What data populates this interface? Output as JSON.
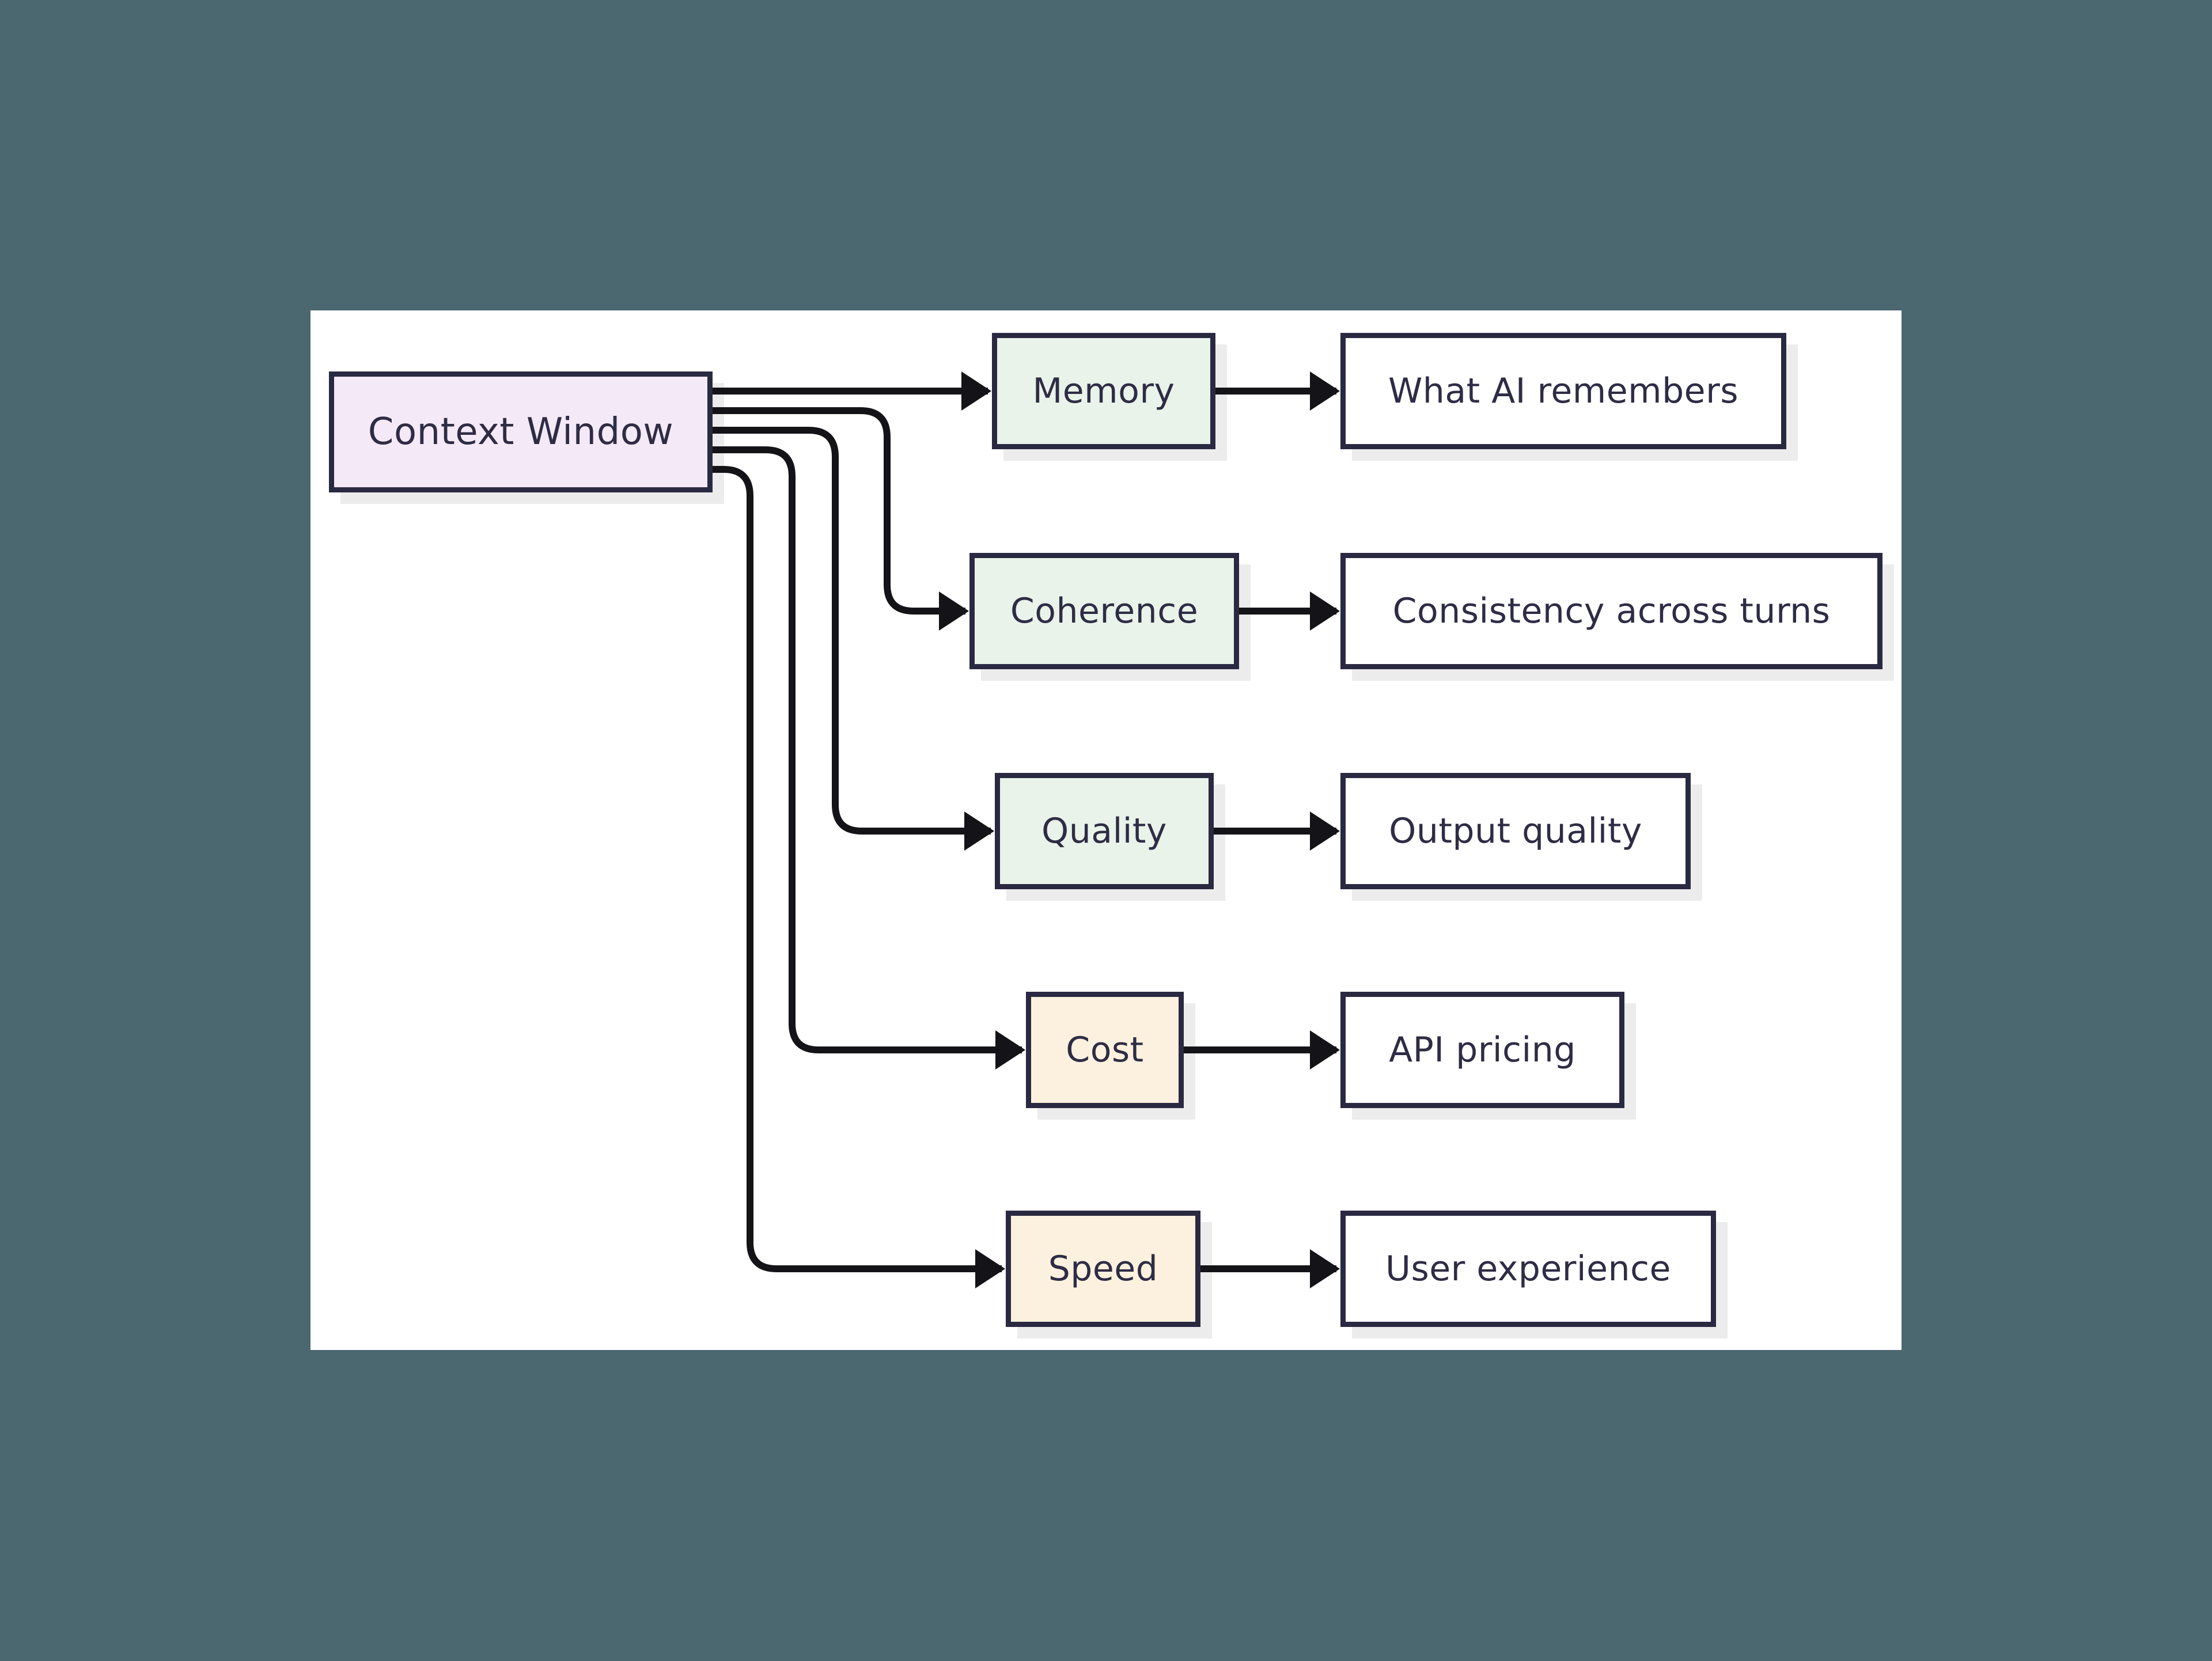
{
  "diagram": {
    "root": {
      "label": "Context Window"
    },
    "rows": [
      {
        "factor": "Memory",
        "impact": "What AI remembers"
      },
      {
        "factor": "Coherence",
        "impact": "Consistency across turns"
      },
      {
        "factor": "Quality",
        "impact": "Output quality"
      },
      {
        "factor": "Cost",
        "impact": "API pricing"
      },
      {
        "factor": "Speed",
        "impact": "User experience"
      }
    ],
    "colors": {
      "background": "#4B6770",
      "canvas": "#FFFFFF",
      "node-border": "#2A2942",
      "node-text": "#2E2C45",
      "arrow": "#131318",
      "root-fill": "#F4E9F6",
      "green-fill": "#E9F3E9",
      "cream-fill": "#FCF1DE",
      "shadow": "#ECECEC"
    }
  }
}
